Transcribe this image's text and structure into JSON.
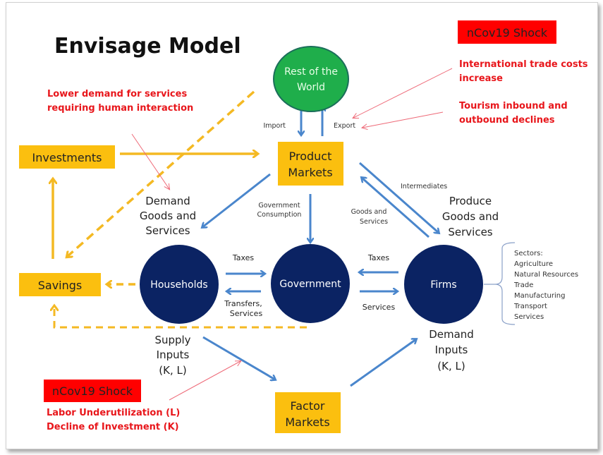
{
  "title": "Envisage Model",
  "colors": {
    "node_box": "#fbbf0f",
    "node_circle": "#0b2363",
    "world_circle": "#1fae4b",
    "world_border": "#1b6e5a",
    "flow_arrow": "#4a86cc",
    "savings_arrow": "#f4b923",
    "shock_red": "#e8161b",
    "shock_box": "#ff0000"
  },
  "nodes": {
    "rest_of_world": [
      "Rest of the",
      "World"
    ],
    "product_markets": [
      "Product",
      "Markets"
    ],
    "investments": "Investments",
    "savings": "Savings",
    "households": "Households",
    "government": "Government",
    "firms": "Firms",
    "factor_markets": [
      "Factor",
      "Markets"
    ]
  },
  "flow_labels": {
    "import": "Import",
    "export": "Export",
    "demand_goods": [
      "Demand",
      "Goods and",
      "Services"
    ],
    "government_consumption": [
      "Government",
      "Consumption"
    ],
    "intermediates": "Intermediates",
    "goods_and_services": [
      "Goods and",
      "Services"
    ],
    "produce_goods": [
      "Produce",
      "Goods and",
      "Services"
    ],
    "taxes_households": "Taxes",
    "transfers_services": [
      "Transfers,",
      "Services"
    ],
    "taxes_firms": "Taxes",
    "services_firms": "Services",
    "supply_inputs": [
      "Supply",
      "Inputs",
      "(K, L)"
    ],
    "demand_inputs": [
      "Demand",
      "Inputs",
      "(K, L)"
    ]
  },
  "sectors": {
    "heading": "Sectors:",
    "items": [
      "Agriculture",
      "Natural Resources",
      "Trade",
      "Manufacturing",
      "Transport",
      "Services"
    ]
  },
  "shocks": {
    "top": {
      "label": "nCov19 Shock",
      "notes": [
        [
          "International trade costs",
          "increase"
        ],
        [
          "Tourism inbound and",
          "outbound declines"
        ]
      ]
    },
    "services_note": [
      "Lower demand for services",
      "requiring human interaction"
    ],
    "bottom": {
      "label": "nCov19 Shock",
      "notes": [
        "Labor Underutilization (L)",
        "Decline of Investment (K)"
      ]
    }
  }
}
